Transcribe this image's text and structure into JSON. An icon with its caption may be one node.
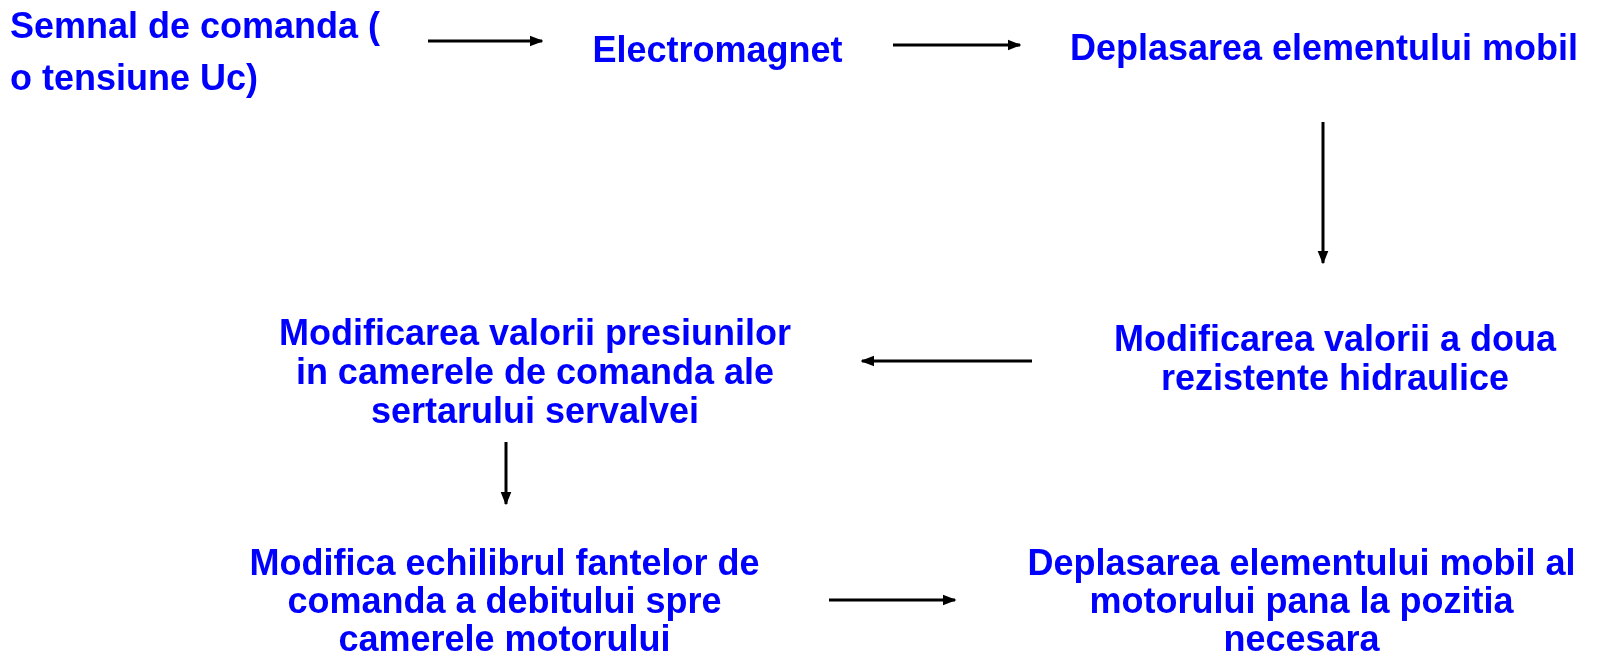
{
  "diagram": {
    "nodes": [
      {
        "text": [
          "Semnal de comanda ( o tensiune Uc)"
        ]
      },
      {
        "text": [
          "Electromagnet"
        ]
      },
      {
        "text": [
          "Deplasarea elementului mobil"
        ]
      },
      {
        "text": [
          "Modificarea valorii a doua rezistente hidraulice"
        ]
      },
      {
        "text": [
          "Modificarea valorii presiunilor in camerele de comanda ale sertarului servalvei"
        ]
      },
      {
        "text": [
          "Modifica echilibrul fantelor de comanda a debitului spre camerele motorului"
        ]
      },
      {
        "text": [
          "Deplasarea elementului mobil al motorului pana la pozitia necesara"
        ]
      }
    ],
    "edges": [
      {
        "from": 0,
        "to": 1,
        "arrow": "to"
      },
      {
        "from": 1,
        "to": 2,
        "arrow": "to"
      },
      {
        "from": 2,
        "to": 3,
        "arrow": "to"
      },
      {
        "from": 3,
        "to": 4,
        "arrow": "to"
      },
      {
        "from": 4,
        "to": 5,
        "arrow": "to"
      },
      {
        "from": 5,
        "to": 6,
        "arrow": "to"
      }
    ]
  }
}
